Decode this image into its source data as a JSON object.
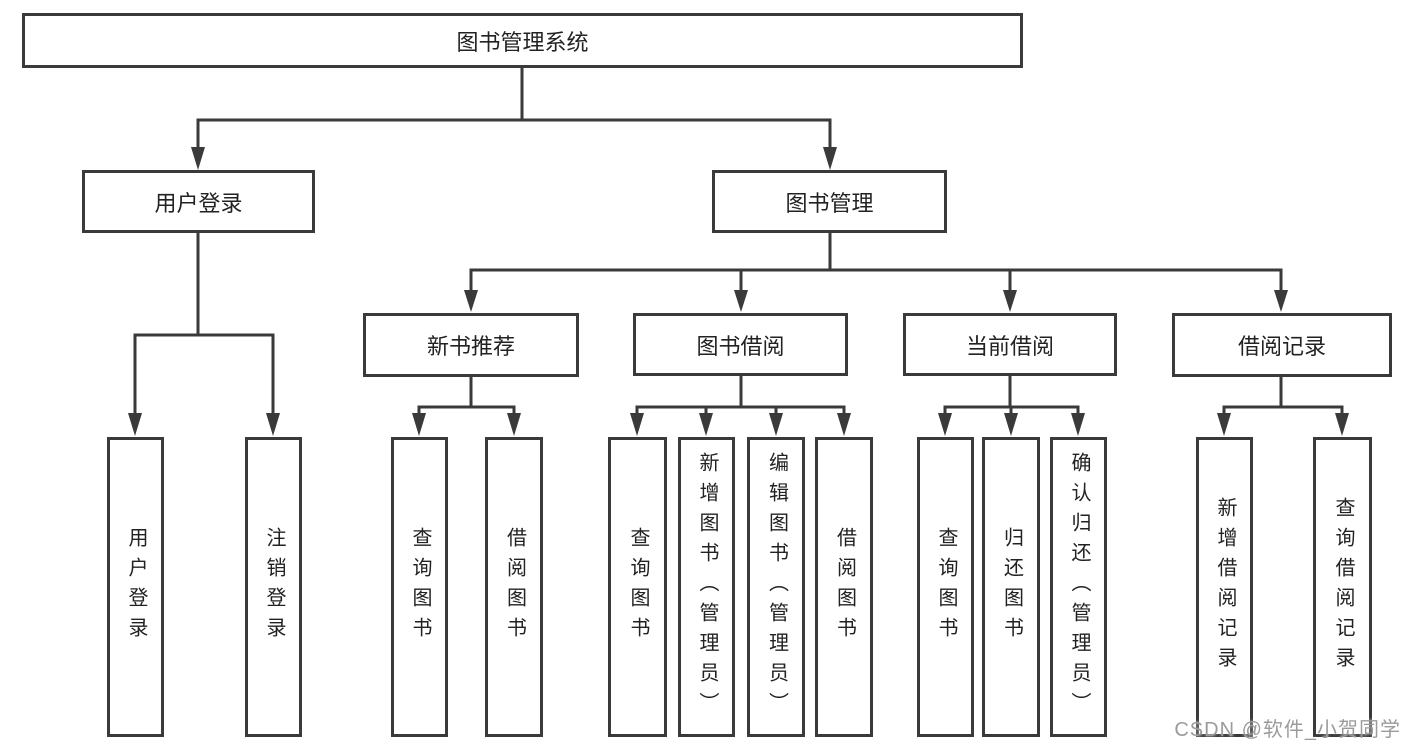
{
  "nodes": {
    "root": "图书管理系统",
    "user_login": "用户登录",
    "book_management": "图书管理",
    "new_book_recommend": "新书推荐",
    "book_borrow": "图书借阅",
    "current_borrow": "当前借阅",
    "borrow_record": "借阅记录",
    "leaf_user_login": "用户登录",
    "leaf_logout": "注销登录",
    "leaf_new_query_book": "查询图书",
    "leaf_new_borrow_book": "借阅图书",
    "leaf_bb_query_book": "查询图书",
    "leaf_bb_add_book_admin": "新增图书（管理员）",
    "leaf_bb_edit_book_admin": "编辑图书（管理员）",
    "leaf_bb_borrow_book": "借阅图书",
    "leaf_cb_query_book": "查询图书",
    "leaf_cb_return_book": "归还图书",
    "leaf_cb_confirm_return_admin": "确认归还（管理员）",
    "leaf_br_add_record": "新增借阅记录",
    "leaf_br_query_record": "查询借阅记录"
  },
  "watermark": "CSDN @软件_小贺同学",
  "colors": {
    "line": "#3a3a3a",
    "text": "#222222",
    "background": "#ffffff",
    "watermark": "#9b9b9b"
  }
}
